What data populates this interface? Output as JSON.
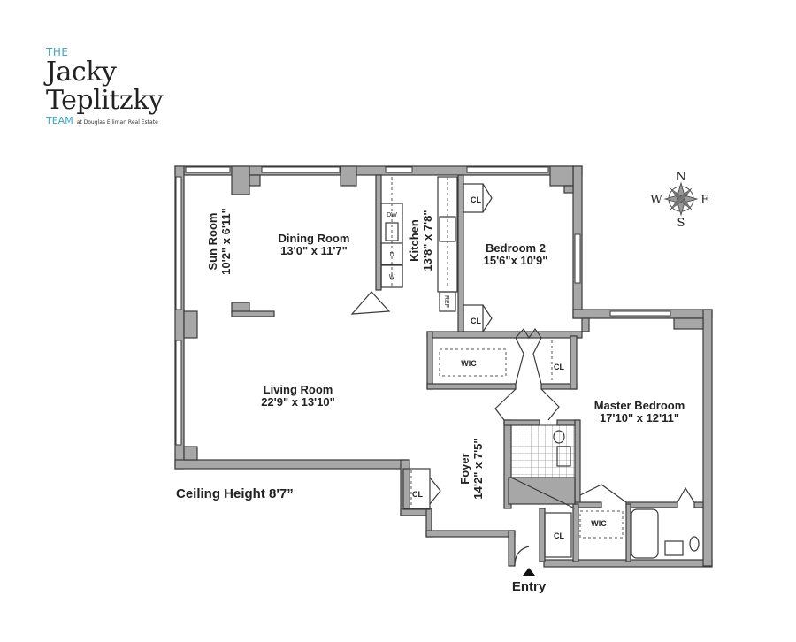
{
  "logo": {
    "the": "THE",
    "line1": "Jacky",
    "line2": "Teplitzky",
    "team": "TEAM",
    "subtitle": "at Douglas Elliman Real Estate"
  },
  "rooms": {
    "sun_room": {
      "name": "Sun Room",
      "size": "10'2\" x 6'11\""
    },
    "dining_room": {
      "name": "Dining Room",
      "size": "13'0\" x 11'7\""
    },
    "kitchen": {
      "name": "Kitchen",
      "size": "13'8\" x 7'8\""
    },
    "bedroom2": {
      "name": "Bedroom 2",
      "size": "15'6\"x 10'9\""
    },
    "living_room": {
      "name": "Living Room",
      "size": "22'9\" x 13'10\""
    },
    "master_bedroom": {
      "name": "Master Bedroom",
      "size": "17'10\" x 12'11\""
    },
    "foyer": {
      "name": "Foyer",
      "size": "14'2\" x 7'5\""
    }
  },
  "fixtures": {
    "dw": "DW",
    "d": "D",
    "w": "W",
    "ref": "REF",
    "cl": "CL",
    "wic": "WIC"
  },
  "ceiling_height": "Ceiling Height 8'7”",
  "entry": "Entry",
  "compass": {
    "n": "N",
    "s": "S",
    "e": "E",
    "w": "W"
  },
  "colors": {
    "wall": "#a7a7a7",
    "logo_accent": "#3aa6c9"
  }
}
